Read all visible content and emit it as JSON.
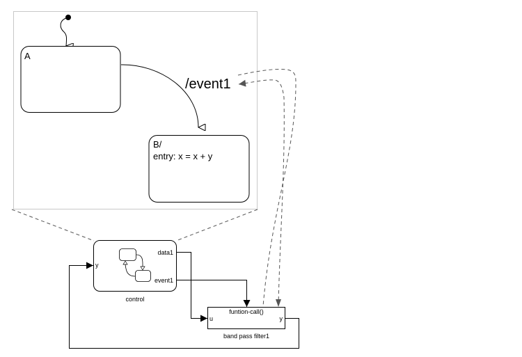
{
  "chart": {
    "zoom_view": {
      "states": [
        {
          "id": "A",
          "label": "A",
          "action": ""
        },
        {
          "id": "B",
          "label": "B/",
          "action": "entry: x = x + y"
        }
      ],
      "transitions": [
        {
          "from": "default",
          "to": "A",
          "label": ""
        },
        {
          "from": "A",
          "to": "B",
          "label": "/event1"
        }
      ]
    },
    "blocks": {
      "control": {
        "name": "control",
        "inputs": [
          "y"
        ],
        "outputs": [
          "data1",
          "event1"
        ]
      },
      "filter": {
        "name": "band pass filter1",
        "trigger_label": "funtion-call()",
        "inputs": [
          "u"
        ],
        "outputs": [
          "y"
        ]
      }
    },
    "signals": [
      {
        "from": "control.data1",
        "to": "filter.u"
      },
      {
        "from": "control.event1",
        "to": "filter.trigger"
      },
      {
        "from": "filter.y",
        "to": "control.y"
      }
    ]
  },
  "colors": {
    "line": "#000000",
    "frame": "#c8c8c8",
    "dashed": "#555555"
  }
}
